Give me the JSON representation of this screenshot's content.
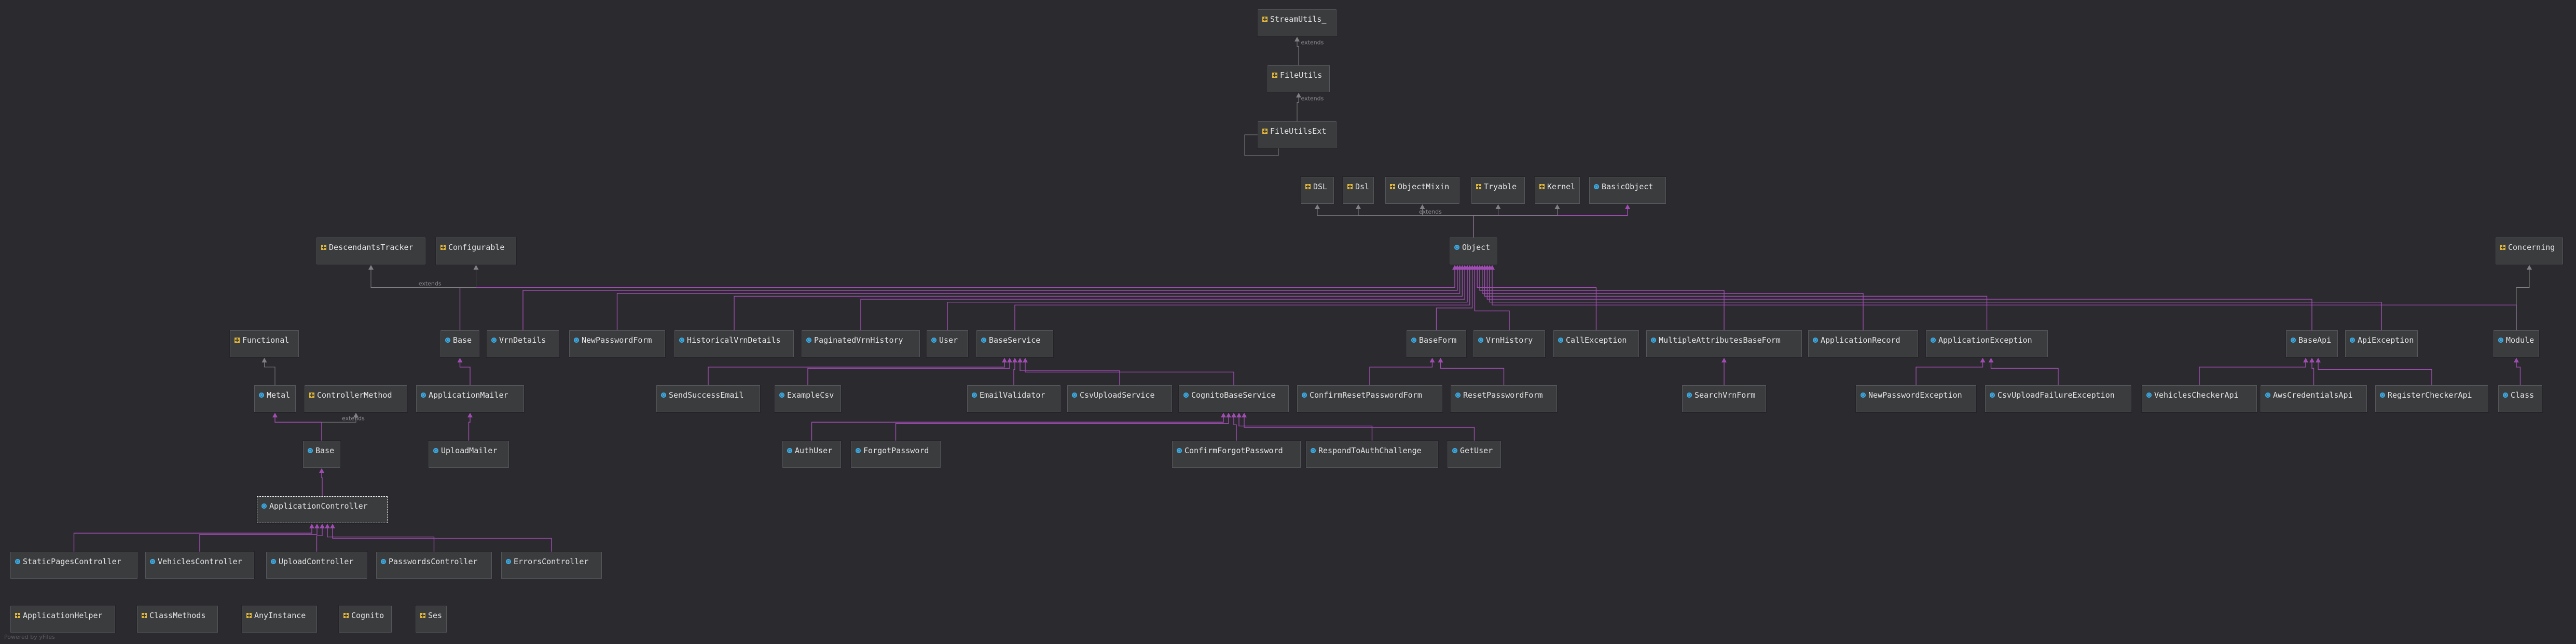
{
  "colors": {
    "background": "#2b2a2e",
    "node_fill": "#3b3c3e",
    "node_border": "#55575a",
    "text": "#e4e4e4",
    "edge": "#808184",
    "inheritance_edge": "#a04db3",
    "module_icon": "#e0b73a",
    "class_icon": "#3fa9de"
  },
  "edge_label": "extends",
  "footer": "Powered by yFiles",
  "nodes": [
    {
      "id": "StreamUtils_",
      "label": "StreamUtils_",
      "kind": "module"
    },
    {
      "id": "FileUtils",
      "label": "FileUtils",
      "kind": "module"
    },
    {
      "id": "FileUtilsExt",
      "label": "FileUtilsExt",
      "kind": "module"
    },
    {
      "id": "DSL",
      "label": "DSL",
      "kind": "module"
    },
    {
      "id": "Dsl",
      "label": "Dsl",
      "kind": "module"
    },
    {
      "id": "ObjectMixin",
      "label": "ObjectMixin",
      "kind": "module"
    },
    {
      "id": "Tryable",
      "label": "Tryable",
      "kind": "module"
    },
    {
      "id": "Kernel",
      "label": "Kernel",
      "kind": "module"
    },
    {
      "id": "BasicObject",
      "label": "BasicObject",
      "kind": "class"
    },
    {
      "id": "Object",
      "label": "Object",
      "kind": "class"
    },
    {
      "id": "DescendantsTracker",
      "label": "DescendantsTracker",
      "kind": "module"
    },
    {
      "id": "Configurable",
      "label": "Configurable",
      "kind": "module"
    },
    {
      "id": "Concerning",
      "label": "Concerning",
      "kind": "module"
    },
    {
      "id": "Functional",
      "label": "Functional",
      "kind": "module"
    },
    {
      "id": "BaseTop",
      "label": "Base",
      "kind": "class"
    },
    {
      "id": "VrnDetails",
      "label": "VrnDetails",
      "kind": "class"
    },
    {
      "id": "NewPasswordForm",
      "label": "NewPasswordForm",
      "kind": "class"
    },
    {
      "id": "HistoricalVrnDetails",
      "label": "HistoricalVrnDetails",
      "kind": "class"
    },
    {
      "id": "PaginatedVrnHistory",
      "label": "PaginatedVrnHistory",
      "kind": "class"
    },
    {
      "id": "User",
      "label": "User",
      "kind": "class"
    },
    {
      "id": "BaseService",
      "label": "BaseService",
      "kind": "class"
    },
    {
      "id": "BaseForm",
      "label": "BaseForm",
      "kind": "class"
    },
    {
      "id": "VrnHistory",
      "label": "VrnHistory",
      "kind": "class"
    },
    {
      "id": "CallException",
      "label": "CallException",
      "kind": "class"
    },
    {
      "id": "MultipleAttributesBaseForm",
      "label": "MultipleAttributesBaseForm",
      "kind": "class"
    },
    {
      "id": "ApplicationRecord",
      "label": "ApplicationRecord",
      "kind": "class"
    },
    {
      "id": "ApplicationException",
      "label": "ApplicationException",
      "kind": "class"
    },
    {
      "id": "BaseApi",
      "label": "BaseApi",
      "kind": "class"
    },
    {
      "id": "ApiException",
      "label": "ApiException",
      "kind": "class"
    },
    {
      "id": "Module",
      "label": "Module",
      "kind": "class"
    },
    {
      "id": "Metal",
      "label": "Metal",
      "kind": "class"
    },
    {
      "id": "ControllerMethod",
      "label": "ControllerMethod",
      "kind": "module"
    },
    {
      "id": "ApplicationMailer",
      "label": "ApplicationMailer",
      "kind": "class"
    },
    {
      "id": "SendSuccessEmail",
      "label": "SendSuccessEmail",
      "kind": "class"
    },
    {
      "id": "ExampleCsv",
      "label": "ExampleCsv",
      "kind": "class"
    },
    {
      "id": "EmailValidator",
      "label": "EmailValidator",
      "kind": "class"
    },
    {
      "id": "CsvUploadService",
      "label": "CsvUploadService",
      "kind": "class"
    },
    {
      "id": "CognitoBaseService",
      "label": "CognitoBaseService",
      "kind": "class"
    },
    {
      "id": "ConfirmResetPasswordForm",
      "label": "ConfirmResetPasswordForm",
      "kind": "class"
    },
    {
      "id": "ResetPasswordForm",
      "label": "ResetPasswordForm",
      "kind": "class"
    },
    {
      "id": "SearchVrnForm",
      "label": "SearchVrnForm",
      "kind": "class"
    },
    {
      "id": "NewPasswordException",
      "label": "NewPasswordException",
      "kind": "class"
    },
    {
      "id": "CsvUploadFailureException",
      "label": "CsvUploadFailureException",
      "kind": "class"
    },
    {
      "id": "VehiclesCheckerApi",
      "label": "VehiclesCheckerApi",
      "kind": "class"
    },
    {
      "id": "AwsCredentialsApi",
      "label": "AwsCredentialsApi",
      "kind": "class"
    },
    {
      "id": "RegisterCheckerApi",
      "label": "RegisterCheckerApi",
      "kind": "class"
    },
    {
      "id": "Class",
      "label": "Class",
      "kind": "class"
    },
    {
      "id": "BaseMid",
      "label": "Base",
      "kind": "class"
    },
    {
      "id": "UploadMailer",
      "label": "UploadMailer",
      "kind": "class"
    },
    {
      "id": "AuthUser",
      "label": "AuthUser",
      "kind": "class"
    },
    {
      "id": "ForgotPassword",
      "label": "ForgotPassword",
      "kind": "class"
    },
    {
      "id": "ConfirmForgotPassword",
      "label": "ConfirmForgotPassword",
      "kind": "class"
    },
    {
      "id": "RespondToAuthChallenge",
      "label": "RespondToAuthChallenge",
      "kind": "class"
    },
    {
      "id": "GetUser",
      "label": "GetUser",
      "kind": "class"
    },
    {
      "id": "ApplicationController",
      "label": "ApplicationController",
      "kind": "class",
      "selected": true
    },
    {
      "id": "StaticPagesController",
      "label": "StaticPagesController",
      "kind": "class"
    },
    {
      "id": "VehiclesController",
      "label": "VehiclesController",
      "kind": "class"
    },
    {
      "id": "UploadController",
      "label": "UploadController",
      "kind": "class"
    },
    {
      "id": "PasswordsController",
      "label": "PasswordsController",
      "kind": "class"
    },
    {
      "id": "ErrorsController",
      "label": "ErrorsController",
      "kind": "class"
    },
    {
      "id": "ApplicationHelper",
      "label": "ApplicationHelper",
      "kind": "module"
    },
    {
      "id": "ClassMethods",
      "label": "ClassMethods",
      "kind": "module"
    },
    {
      "id": "AnyInstance",
      "label": "AnyInstance",
      "kind": "module"
    },
    {
      "id": "Cognito",
      "label": "Cognito",
      "kind": "module"
    },
    {
      "id": "Ses",
      "label": "Ses",
      "kind": "module"
    }
  ],
  "edges": [
    {
      "from": "FileUtils",
      "to": "StreamUtils_",
      "type": "extends"
    },
    {
      "from": "FileUtilsExt",
      "to": "FileUtils",
      "type": "extends"
    },
    {
      "from": "FileUtilsExt",
      "to": "FileUtilsExt",
      "type": "extends"
    },
    {
      "from": "Object",
      "to": "DSL",
      "type": "include"
    },
    {
      "from": "Object",
      "to": "Dsl",
      "type": "extends"
    },
    {
      "from": "Object",
      "to": "ObjectMixin",
      "type": "include"
    },
    {
      "from": "Object",
      "to": "Tryable",
      "type": "include"
    },
    {
      "from": "Object",
      "to": "Kernel",
      "type": "include"
    },
    {
      "from": "Object",
      "to": "BasicObject",
      "type": "inherits"
    },
    {
      "from": "BaseTop",
      "to": "DescendantsTracker",
      "type": "extends"
    },
    {
      "from": "BaseTop",
      "to": "Configurable",
      "type": "include"
    },
    {
      "from": "Module",
      "to": "Concerning",
      "type": "include"
    },
    {
      "from": "Metal",
      "to": "Functional",
      "type": "include"
    },
    {
      "from": "ApplicationMailer",
      "to": "BaseTop",
      "type": "inherits"
    },
    {
      "from": "BaseMid",
      "to": "Metal",
      "type": "inherits"
    },
    {
      "from": "BaseMid",
      "to": "ControllerMethod",
      "type": "extends"
    },
    {
      "from": "UploadMailer",
      "to": "ApplicationMailer",
      "type": "inherits"
    },
    {
      "from": "ApplicationController",
      "to": "BaseMid",
      "type": "inherits"
    },
    {
      "from": "BaseTop",
      "to": "Object",
      "type": "inherits"
    },
    {
      "from": "VrnDetails",
      "to": "Object",
      "type": "inherits"
    },
    {
      "from": "NewPasswordForm",
      "to": "Object",
      "type": "inherits"
    },
    {
      "from": "HistoricalVrnDetails",
      "to": "Object",
      "type": "inherits"
    },
    {
      "from": "PaginatedVrnHistory",
      "to": "Object",
      "type": "inherits"
    },
    {
      "from": "User",
      "to": "Object",
      "type": "inherits"
    },
    {
      "from": "BaseService",
      "to": "Object",
      "type": "inherits"
    },
    {
      "from": "BaseForm",
      "to": "Object",
      "type": "inherits"
    },
    {
      "from": "VrnHistory",
      "to": "Object",
      "type": "inherits"
    },
    {
      "from": "CallException",
      "to": "Object",
      "type": "inherits"
    },
    {
      "from": "MultipleAttributesBaseForm",
      "to": "Object",
      "type": "inherits"
    },
    {
      "from": "ApplicationRecord",
      "to": "Object",
      "type": "inherits"
    },
    {
      "from": "ApplicationException",
      "to": "Object",
      "type": "inherits"
    },
    {
      "from": "BaseApi",
      "to": "Object",
      "type": "inherits"
    },
    {
      "from": "ApiException",
      "to": "Object",
      "type": "inherits"
    },
    {
      "from": "Module",
      "to": "Object",
      "type": "inherits"
    },
    {
      "from": "SendSuccessEmail",
      "to": "BaseService",
      "type": "inherits"
    },
    {
      "from": "ExampleCsv",
      "to": "BaseService",
      "type": "inherits"
    },
    {
      "from": "EmailValidator",
      "to": "BaseService",
      "type": "inherits"
    },
    {
      "from": "CsvUploadService",
      "to": "BaseService",
      "type": "inherits"
    },
    {
      "from": "CognitoBaseService",
      "to": "BaseService",
      "type": "inherits"
    },
    {
      "from": "ConfirmResetPasswordForm",
      "to": "BaseForm",
      "type": "inherits"
    },
    {
      "from": "ResetPasswordForm",
      "to": "BaseForm",
      "type": "inherits"
    },
    {
      "from": "SearchVrnForm",
      "to": "MultipleAttributesBaseForm",
      "type": "inherits"
    },
    {
      "from": "NewPasswordException",
      "to": "ApplicationException",
      "type": "inherits"
    },
    {
      "from": "CsvUploadFailureException",
      "to": "ApplicationException",
      "type": "inherits"
    },
    {
      "from": "VehiclesCheckerApi",
      "to": "BaseApi",
      "type": "inherits"
    },
    {
      "from": "AwsCredentialsApi",
      "to": "BaseApi",
      "type": "inherits"
    },
    {
      "from": "RegisterCheckerApi",
      "to": "BaseApi",
      "type": "inherits"
    },
    {
      "from": "Class",
      "to": "Module",
      "type": "inherits"
    },
    {
      "from": "AuthUser",
      "to": "CognitoBaseService",
      "type": "inherits"
    },
    {
      "from": "ForgotPassword",
      "to": "CognitoBaseService",
      "type": "inherits"
    },
    {
      "from": "ConfirmForgotPassword",
      "to": "CognitoBaseService",
      "type": "inherits"
    },
    {
      "from": "RespondToAuthChallenge",
      "to": "CognitoBaseService",
      "type": "inherits"
    },
    {
      "from": "GetUser",
      "to": "CognitoBaseService",
      "type": "inherits"
    },
    {
      "from": "StaticPagesController",
      "to": "ApplicationController",
      "type": "inherits"
    },
    {
      "from": "VehiclesController",
      "to": "ApplicationController",
      "type": "inherits"
    },
    {
      "from": "UploadController",
      "to": "ApplicationController",
      "type": "inherits"
    },
    {
      "from": "PasswordsController",
      "to": "ApplicationController",
      "type": "inherits"
    },
    {
      "from": "ErrorsController",
      "to": "ApplicationController",
      "type": "inherits"
    }
  ]
}
